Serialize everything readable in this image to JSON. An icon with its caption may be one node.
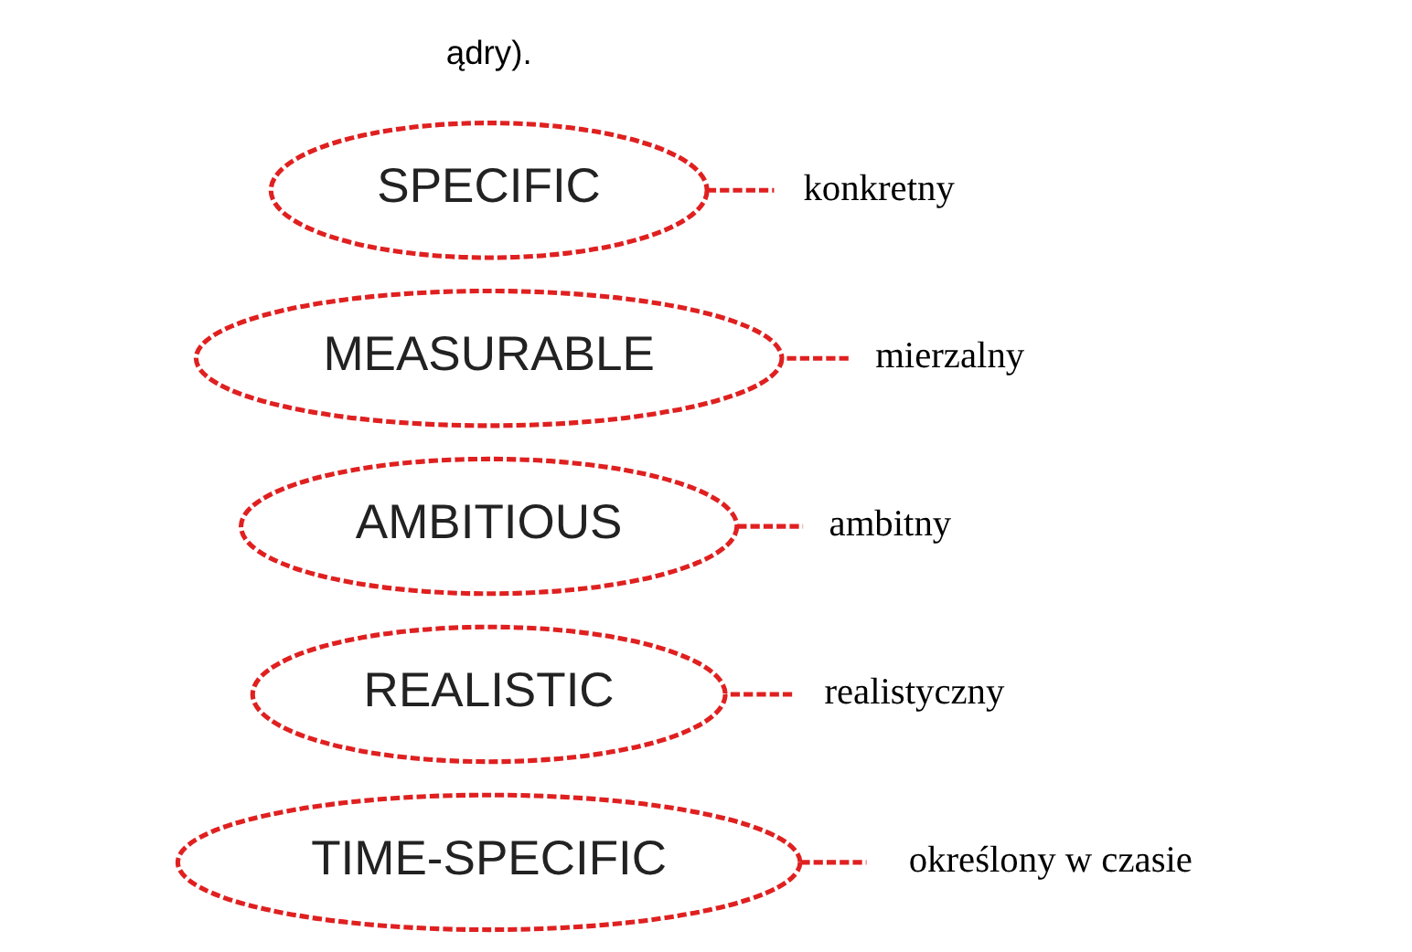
{
  "diagram": {
    "nodes": [
      {
        "text": [
          "SPECIFIC"
        ]
      },
      {
        "text": [
          "konkretny"
        ]
      },
      {
        "text": [
          "MEASURABLE"
        ]
      },
      {
        "text": [
          "mierzalny"
        ]
      },
      {
        "text": [
          "AMBITIOUS"
        ]
      },
      {
        "text": [
          "ambitny"
        ]
      },
      {
        "text": [
          "REALISTIC"
        ]
      },
      {
        "text": [
          "realistyczny"
        ]
      },
      {
        "text": [
          "TIME-SPECIFIC"
        ]
      },
      {
        "text": [
          "określony w czasie"
        ]
      }
    ],
    "edges": [
      {
        "from": 0,
        "to": 1,
        "arrow": "none",
        "style": "dashed",
        "color": "#e02020"
      },
      {
        "from": 3,
        "to": 2,
        "arrow": "none",
        "style": "dashed",
        "color": "#e02020"
      },
      {
        "from": 4,
        "to": 5,
        "arrow": "none",
        "style": "dashed",
        "color": "#e02020"
      },
      {
        "from": 7,
        "to": 6,
        "arrow": "none",
        "style": "dashed",
        "color": "#e02020"
      },
      {
        "from": 8,
        "to": 9,
        "arrow": "none",
        "style": "dashed",
        "color": "#e02020"
      }
    ],
    "labels": [
      "ądry)."
    ]
  }
}
